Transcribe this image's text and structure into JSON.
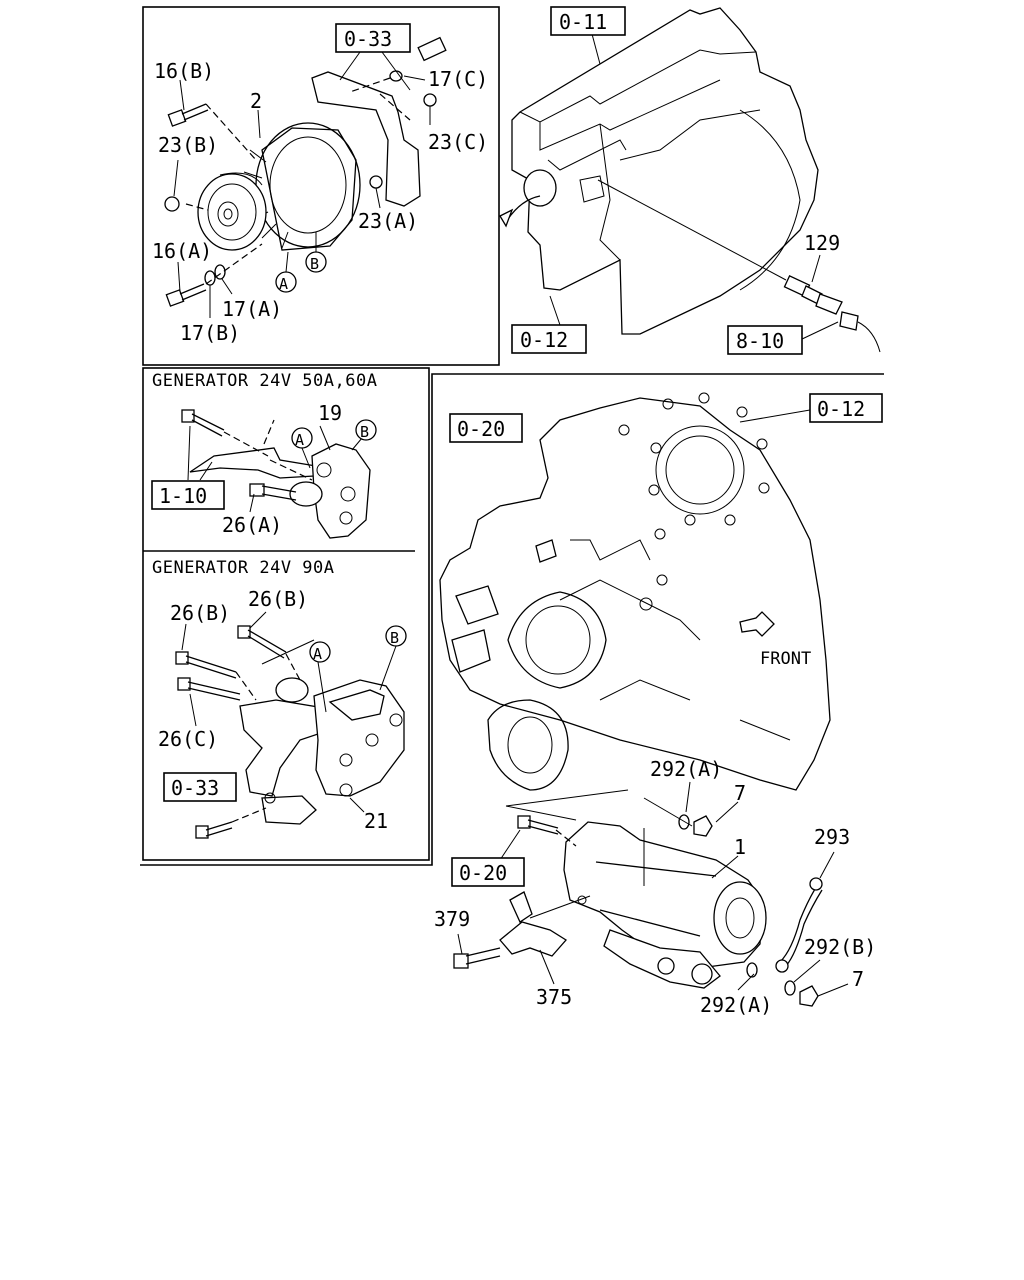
{
  "panels": {
    "gen_a_header": "GENERATOR 24V 50A,60A",
    "gen_b_header": "GENERATOR 24V 90A"
  },
  "refs": {
    "r_033_top": "0-33",
    "r_011": "0-11",
    "r_012_left": "0-12",
    "r_810": "8-10",
    "r_012_right": "0-12",
    "r_020_top": "0-20",
    "r_110": "1-10",
    "r_033_bottom": "0-33",
    "r_020_bottom": "0-20"
  },
  "labels": {
    "l_16b": "16(B)",
    "l_2": "2",
    "l_17c": "17(C)",
    "l_23b": "23(B)",
    "l_23c": "23(C)",
    "l_23a": "23(A)",
    "l_16a": "16(A)",
    "l_17a": "17(A)",
    "l_17b": "17(B)",
    "l_129": "129",
    "l_19": "19",
    "l_26a": "26(A)",
    "l_26b1": "26(B)",
    "l_26b2": "26(B)",
    "l_26c": "26(C)",
    "l_21": "21",
    "l_front": "FRONT",
    "l_292a_top": "292(A)",
    "l_7_top": "7",
    "l_1": "1",
    "l_293": "293",
    "l_292b": "292(B)",
    "l_7_bottom": "7",
    "l_292a_bottom": "292(A)",
    "l_379": "379",
    "l_375": "375"
  },
  "callouts": {
    "c_a1": "A",
    "c_b1": "B",
    "c_a2": "A",
    "c_b2": "B",
    "c_a3": "A",
    "c_b3": "B"
  }
}
